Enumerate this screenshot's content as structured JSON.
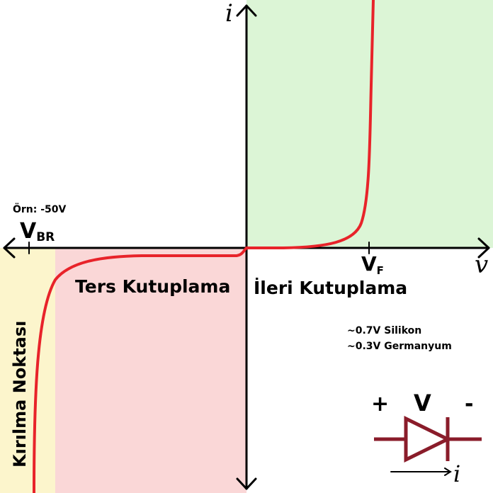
{
  "axes": {
    "y_label": "i",
    "x_label": "v"
  },
  "breakdown": {
    "example": "Örn: -50V",
    "label_main": "V",
    "label_sub": "BR",
    "region_label": "Kırılma Noktası"
  },
  "forward": {
    "label_main": "V",
    "label_sub": "F",
    "region_label": "İleri Kutuplama",
    "notes": [
      "~0.7V Silikon",
      "~0.3V Germanyum"
    ]
  },
  "reverse": {
    "region_label": "Ters Kutuplama"
  },
  "diode_symbol": {
    "plus": "+",
    "voltage": "V",
    "minus": "-",
    "current": "i"
  },
  "colors": {
    "forward_region": "#dcf5d6",
    "reverse_region": "#fad7d7",
    "breakdown_region": "#fcf5cc",
    "curve": "#e8232a",
    "diode": "#8a1c2a",
    "axis": "#000000"
  }
}
